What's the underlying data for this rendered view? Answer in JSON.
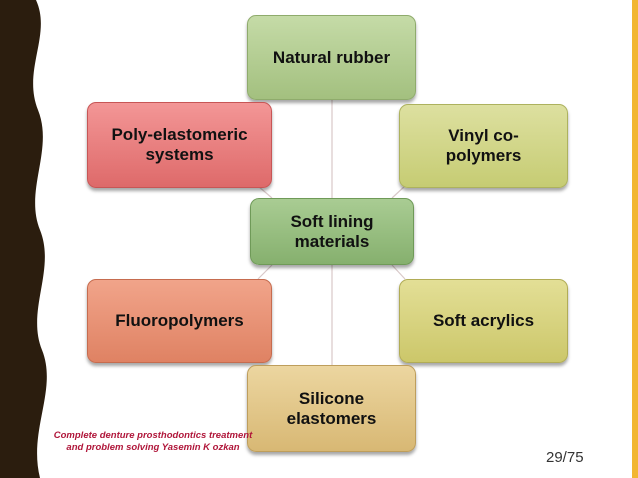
{
  "diagram": {
    "center": "Soft lining materials",
    "nodes": [
      {
        "id": "natural-rubber",
        "label": "Natural rubber"
      },
      {
        "id": "vinyl-copolymers",
        "label": "Vinyl co-polymers"
      },
      {
        "id": "poly-elastomeric",
        "label": "Poly-elastomeric systems"
      },
      {
        "id": "fluoropolymers",
        "label": "Fluoropolymers"
      },
      {
        "id": "soft-acrylics",
        "label": "Soft acrylics"
      },
      {
        "id": "silicone-elastomers",
        "label": "Silicone elastomers"
      }
    ]
  },
  "footer": {
    "citation": "Complete denture prosthodontics treatment and problem solving Yasemin K ozkan",
    "page_number": "29/75"
  },
  "colors": {
    "left_band": "#2b1d0e",
    "right_bar": "#f2b632",
    "citation_text": "#b0163a",
    "connector": "#d9c9c9"
  }
}
